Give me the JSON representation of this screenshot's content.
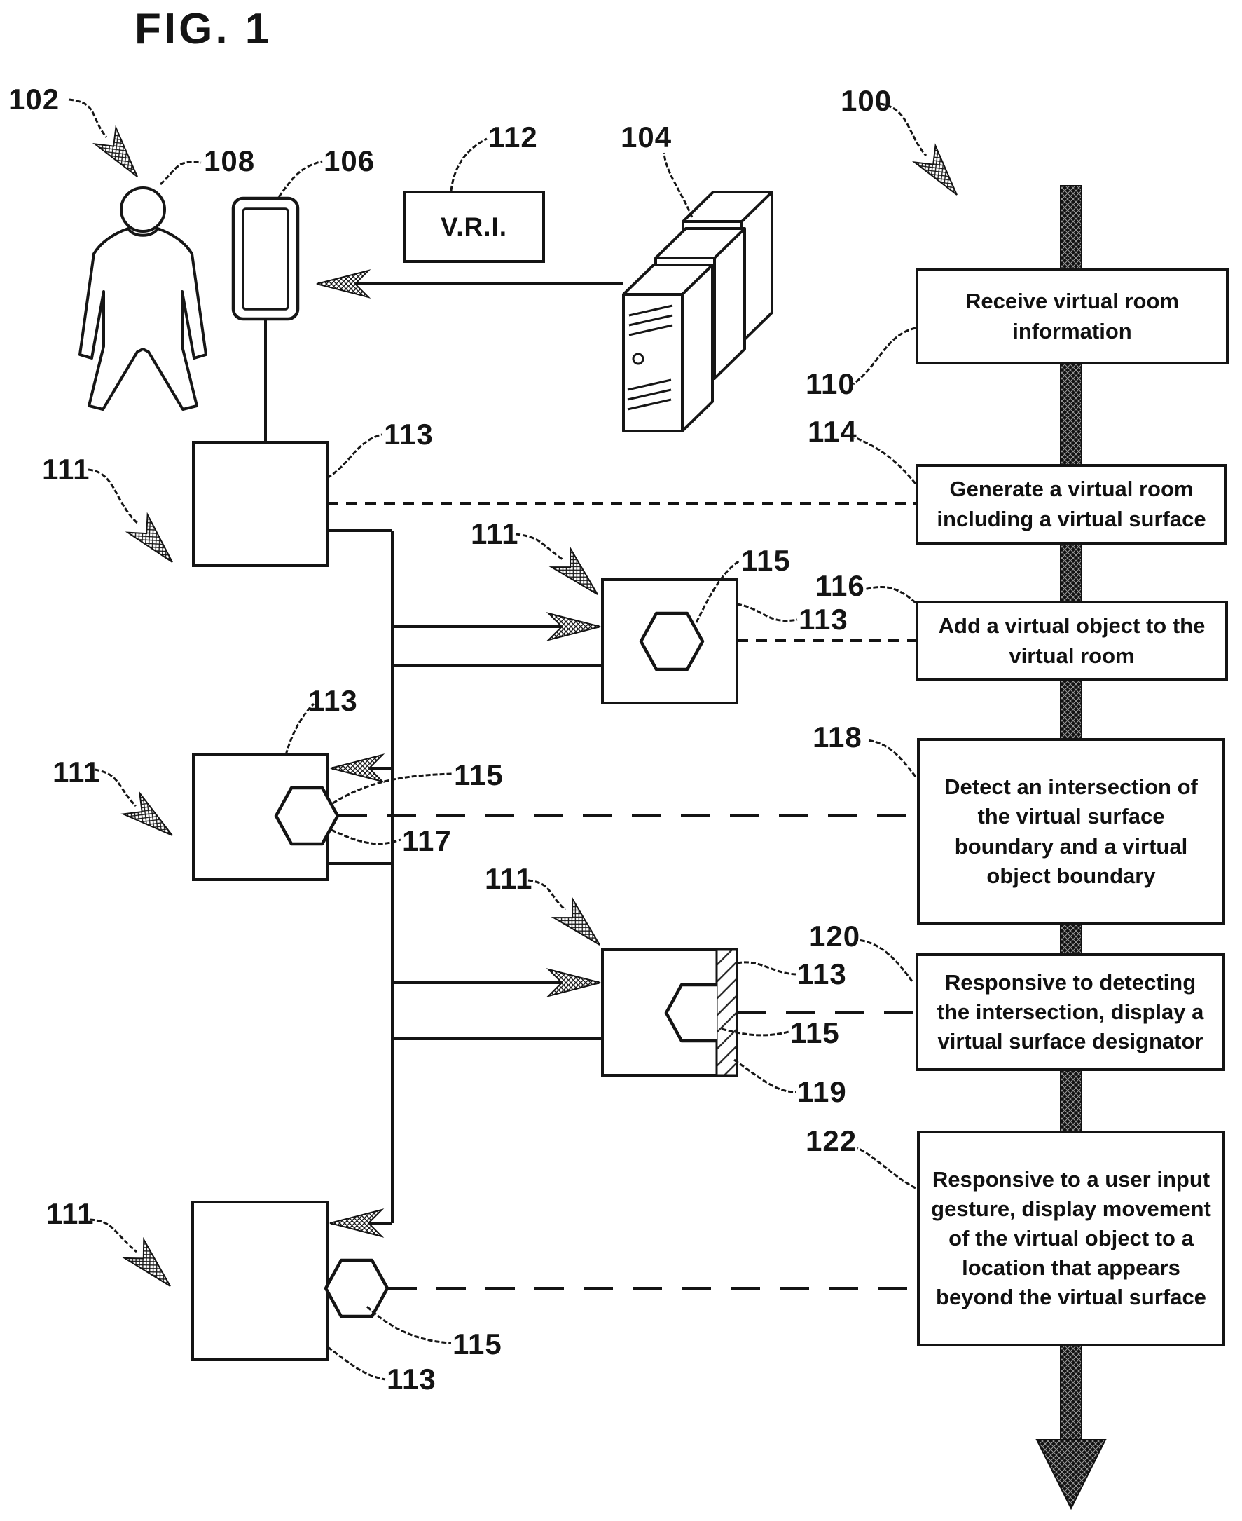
{
  "figure_title": "FIG. 1",
  "system": {
    "user_ref": "102",
    "head_ref": "108",
    "device_ref": "106",
    "vri_ref": "112",
    "vri_label": "V.R.I.",
    "server_ref": "104",
    "display_ref": "113",
    "view_ref": "111",
    "virtual_object_ref": "115",
    "boundary_ref": "117",
    "designator_ref": "119"
  },
  "flowchart": {
    "ref": "100",
    "steps": [
      {
        "ref": "110",
        "text": "Receive virtual room information"
      },
      {
        "ref": "114",
        "text": "Generate a virtual room including a virtual surface"
      },
      {
        "ref": "116",
        "text": "Add a virtual object to the virtual room"
      },
      {
        "ref": "118",
        "text": "Detect an intersection of the virtual surface boundary and a virtual object boundary"
      },
      {
        "ref": "120",
        "text": "Responsive to detecting the intersection, display a virtual surface designator"
      },
      {
        "ref": "122",
        "text": "Responsive to a user input gesture, display movement of the virtual object to a location that appears beyond the virtual surface"
      }
    ]
  },
  "colors": {
    "ink": "#141414",
    "paper": "#ffffff"
  }
}
